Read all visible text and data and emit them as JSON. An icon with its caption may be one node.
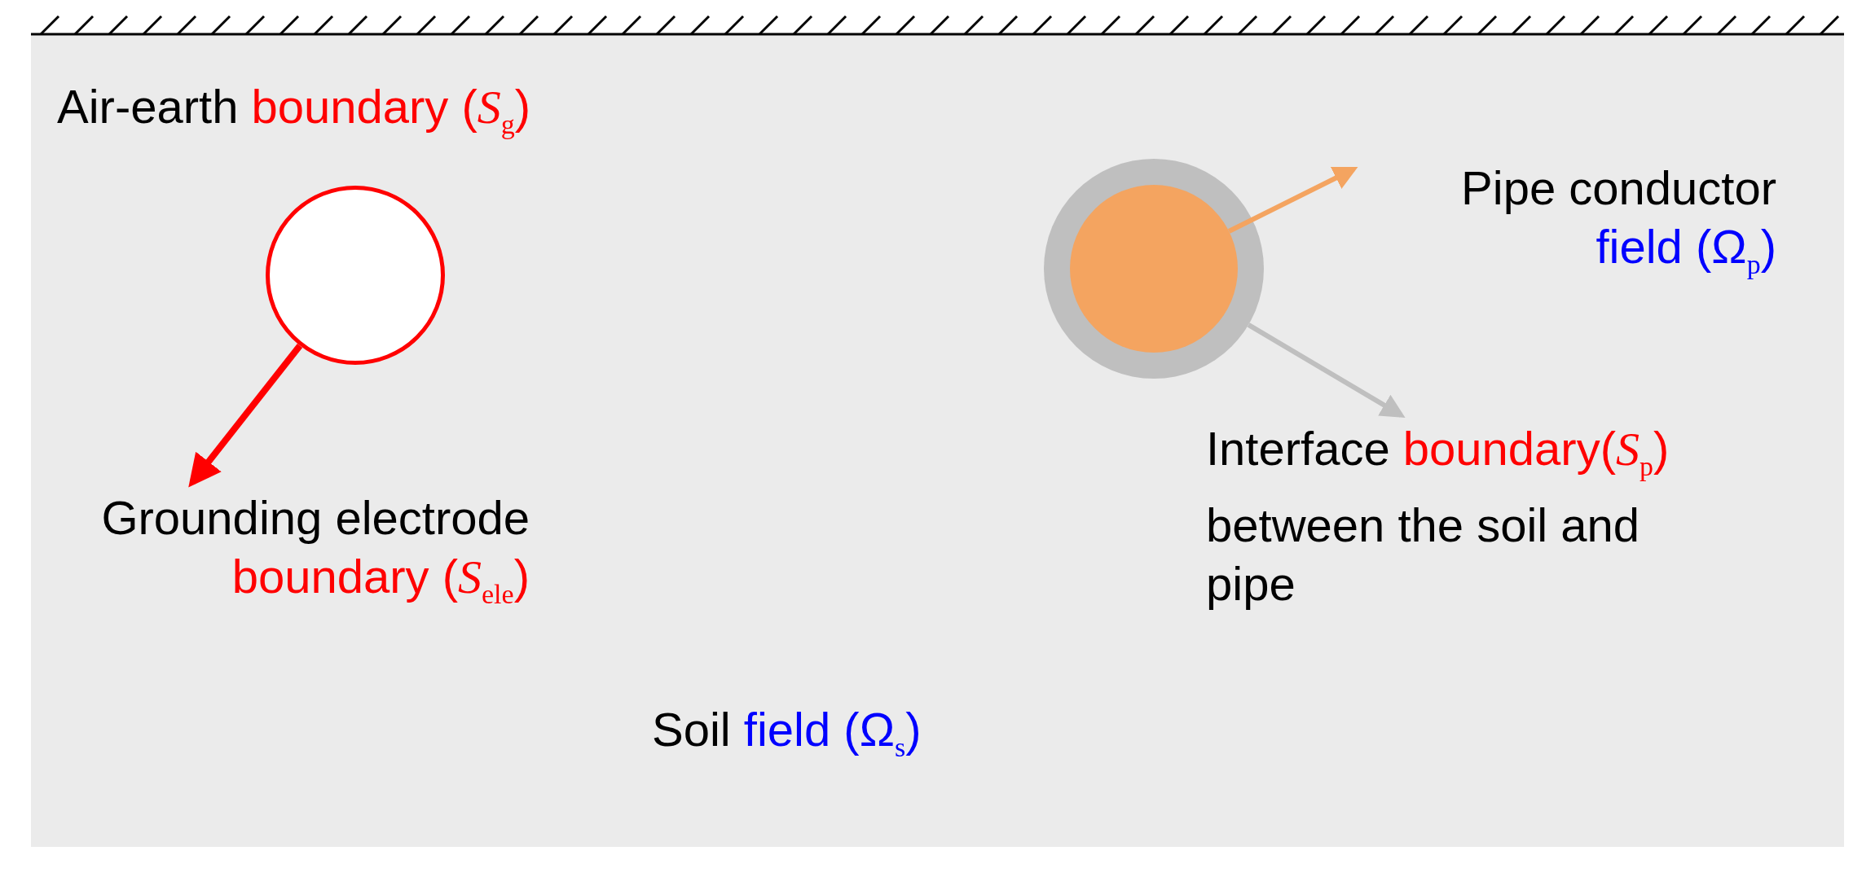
{
  "diagram": {
    "nodes": [
      {
        "text": [],
        "shape": "circle"
      },
      {
        "text": [
          "Grounding electrode boundary (*S*$_{ele}$)"
        ]
      },
      {
        "text": [],
        "shape": "circle"
      },
      {
        "text": [],
        "shape": "circle",
        "in": 2
      },
      {
        "text": [
          "Pipe conductor field (Ω$_{p}$)"
        ]
      },
      {
        "text": [
          "Interface boundary(*S*$_{p}$) between the soil and pipe"
        ]
      }
    ],
    "edges": [
      {
        "from": 0,
        "to": 1,
        "arrow": "to",
        "color": "#ff0000"
      },
      {
        "from": 3,
        "to": 4,
        "arrow": "to",
        "color": "#f4a460"
      },
      {
        "from": 2,
        "to": 5,
        "arrow": "to",
        "color": "#bfbfbf"
      }
    ],
    "labels": [
      "Air-earth boundary (*S*$_{g}$)",
      "Soil field (Ω$_{s}$)"
    ]
  }
}
